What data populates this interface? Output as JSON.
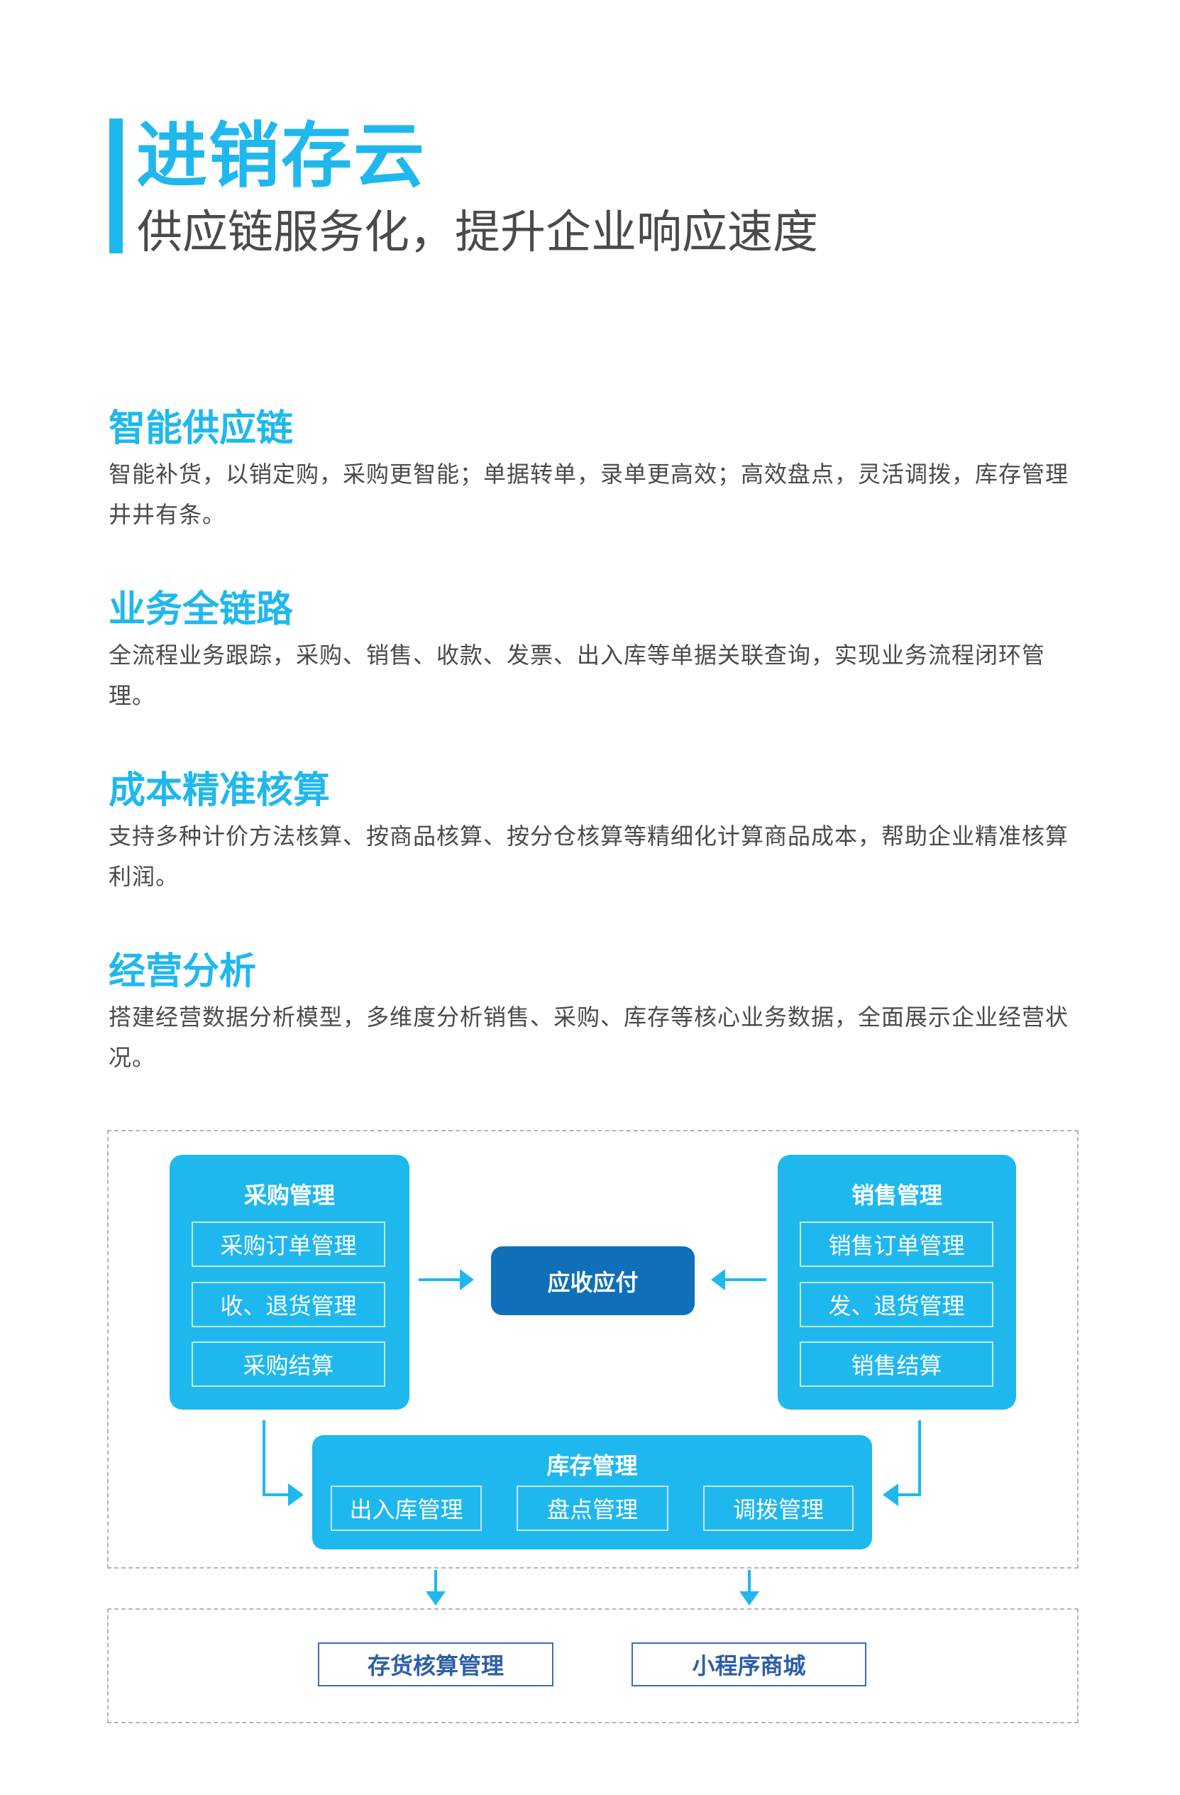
{
  "header": {
    "title": "进销存云",
    "subtitle": "供应链服务化，提升企业响应速度"
  },
  "sections": [
    {
      "title": "智能供应链",
      "text": "智能补货，以销定购，采购更智能；单据转单，录单更高效；高效盘点，灵活调拨，库存管理井井有条。"
    },
    {
      "title": "业务全链路",
      "text": "全流程业务跟踪，采购、销售、收款、发票、出入库等单据关联查询，实现业务流程闭环管理。"
    },
    {
      "title": "成本精准核算",
      "text": "支持多种计价方法核算、按商品核算、按分仓核算等精细化计算商品成本，帮助企业精准核算利润。"
    },
    {
      "title": "经营分析",
      "text": "搭建经营数据分析模型，多维度分析销售、采购、库存等核心业务数据，全面展示企业经营状况。"
    }
  ],
  "diagram": {
    "purchase": {
      "title": "采购管理",
      "items": [
        "采购订单管理",
        "收、退货管理",
        "采购结算"
      ]
    },
    "sales": {
      "title": "销售管理",
      "items": [
        "销售订单管理",
        "发、退货管理",
        "销售结算"
      ]
    },
    "center": "应收应付",
    "stock": {
      "title": "库存管理",
      "items": [
        "出入库管理",
        "盘点管理",
        "调拨管理"
      ]
    },
    "outputs": [
      "存货核算管理",
      "小程序商城"
    ],
    "colors": {
      "accent": "#1fb8ee",
      "center": "#0f6fb8",
      "output": "#2d5ea8"
    }
  }
}
